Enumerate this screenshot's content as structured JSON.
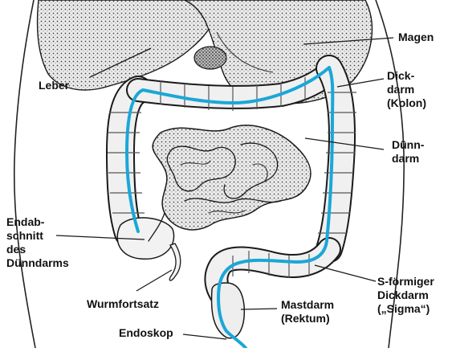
{
  "colors": {
    "endoscope": "#1aa7d8",
    "outline": "#1a1a1a",
    "organ_fill": "#e4e4e4",
    "organ_light": "#f6f6f6",
    "label_text": "#111111"
  },
  "labels": {
    "magen": "Magen",
    "leber": "Leber",
    "dickdarm": [
      "Dick-",
      "darm",
      "(Kolon)"
    ],
    "duenndarm": [
      "Dünn-",
      "darm"
    ],
    "endabschnitt": [
      "Endab-",
      "schnitt",
      "des",
      "Dünndarms"
    ],
    "wurmfortsatz": "Wurmfortsatz",
    "mastdarm": [
      "Mastdarm",
      "(Rektum)"
    ],
    "sigma": [
      "S-förmiger",
      "Dickdarm",
      "(„Sigma“)"
    ],
    "endoskop": "Endoskop"
  }
}
